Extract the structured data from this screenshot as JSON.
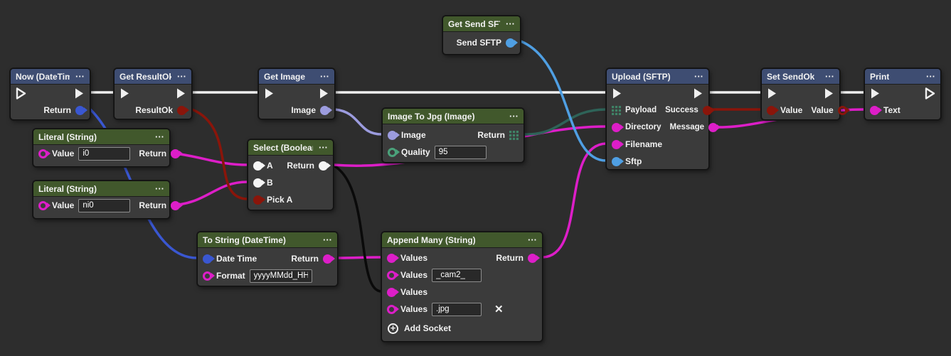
{
  "colors": {
    "background": "#2d2d2d",
    "node_body": "#3b3b3b",
    "header_blue": "#3e4d72",
    "header_green": "#41582c",
    "exec_white": "#f0f0f0",
    "type_datetime": "#3a57d1",
    "type_boolean": "#8a150a",
    "type_string": "#dd1ec8",
    "type_image": "#9c9cdf",
    "type_sftp": "#4f9fe3",
    "type_bytes": "#3f8266",
    "type_generic": "#f5f5f5",
    "wire_object": "#0a0a0a"
  },
  "icons": {
    "menu": "···",
    "remove": "✕",
    "add": "+"
  },
  "nodes": {
    "now": {
      "title": "Now (DateTime)",
      "return_label": "Return"
    },
    "get_resultok": {
      "title": "Get ResultOk",
      "return_label": "ResultOk"
    },
    "get_image": {
      "title": "Get Image",
      "return_label": "Image"
    },
    "get_send_sftp": {
      "title": "Get Send SFTP",
      "return_label": "Send SFTP"
    },
    "image_to_jpg": {
      "title": "Image To Jpg (Image)",
      "image_label": "Image",
      "quality_label": "Quality",
      "quality_value": "95",
      "return_label": "Return"
    },
    "select_boolean": {
      "title": "Select (Boolean)",
      "a_label": "A",
      "b_label": "B",
      "pick_label": "Pick A",
      "return_label": "Return"
    },
    "literal_1": {
      "title": "Literal (String)",
      "value_label": "Value",
      "value": "i0",
      "return_label": "Return"
    },
    "literal_2": {
      "title": "Literal (String)",
      "value_label": "Value",
      "value": "ni0",
      "return_label": "Return"
    },
    "to_string": {
      "title": "To String (DateTime)",
      "datetime_label": "Date Time",
      "format_label": "Format",
      "format_value": "yyyyMMdd_HH",
      "return_label": "Return"
    },
    "append_many": {
      "title": "Append Many (String)",
      "values_label": "Values",
      "value2": "_cam2_",
      "value4": ".jpg",
      "return_label": "Return",
      "add_socket_label": "Add Socket"
    },
    "upload": {
      "title": "Upload (SFTP)",
      "payload_label": "Payload",
      "directory_label": "Directory",
      "filename_label": "Filename",
      "sftp_label": "Sftp",
      "success_label": "Success",
      "message_label": "Message"
    },
    "set_sendok": {
      "title": "Set SendOk",
      "value_in_label": "Value",
      "value_out_label": "Value"
    },
    "print": {
      "title": "Print",
      "text_label": "Text"
    }
  }
}
